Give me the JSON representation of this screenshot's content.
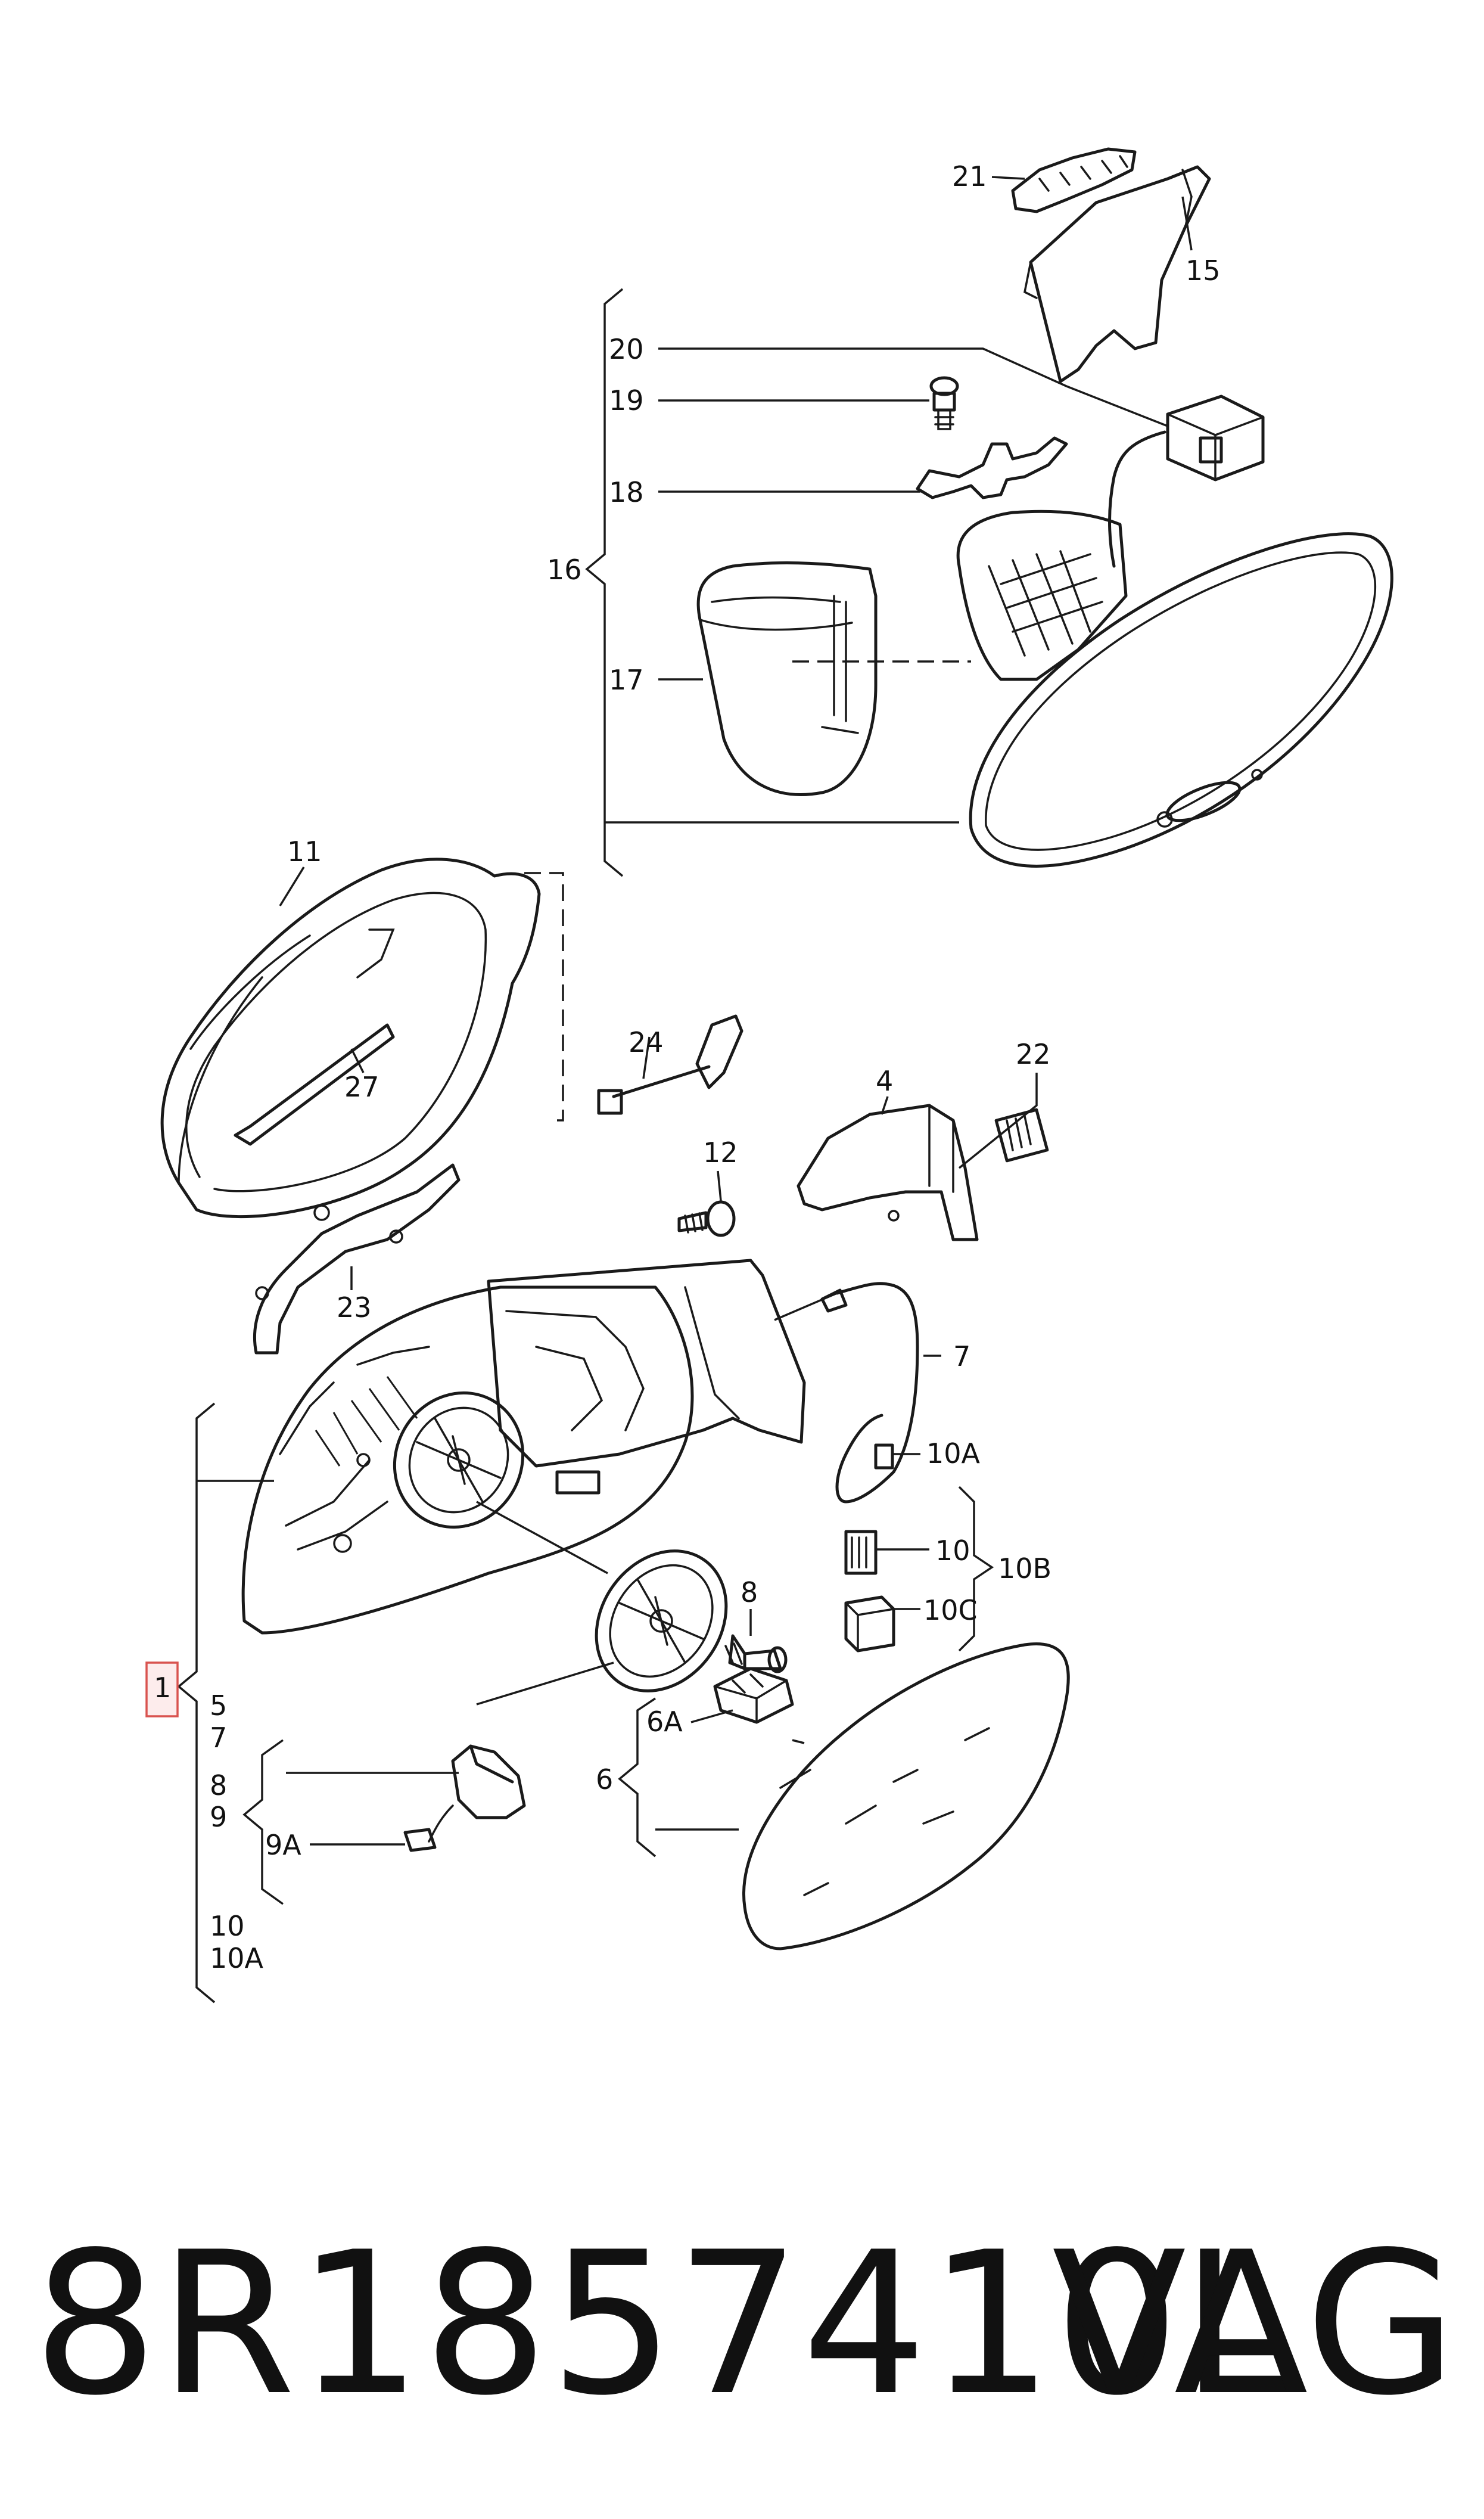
{
  "labels": {
    "l1": "1",
    "l4": "4",
    "l5": "5",
    "l6": "6",
    "l6a": "6A",
    "l7a": "7",
    "l7b": "7",
    "l8a": "8",
    "l8b": "8",
    "l9": "9",
    "l9a": "9A",
    "l10a": "10",
    "l10b": "10",
    "l10A_a": "10A",
    "l10A_b": "10A",
    "l10B": "10B",
    "l10C": "10C",
    "l11": "11",
    "l12": "12",
    "l15": "15",
    "l16": "16",
    "l17": "17",
    "l18": "18",
    "l19": "19",
    "l20": "20",
    "l21": "21",
    "l22": "22",
    "l23": "23",
    "l24": "24",
    "l27": "27"
  },
  "footer": {
    "part_number": "8R1857410L",
    "brand": "VAG"
  }
}
